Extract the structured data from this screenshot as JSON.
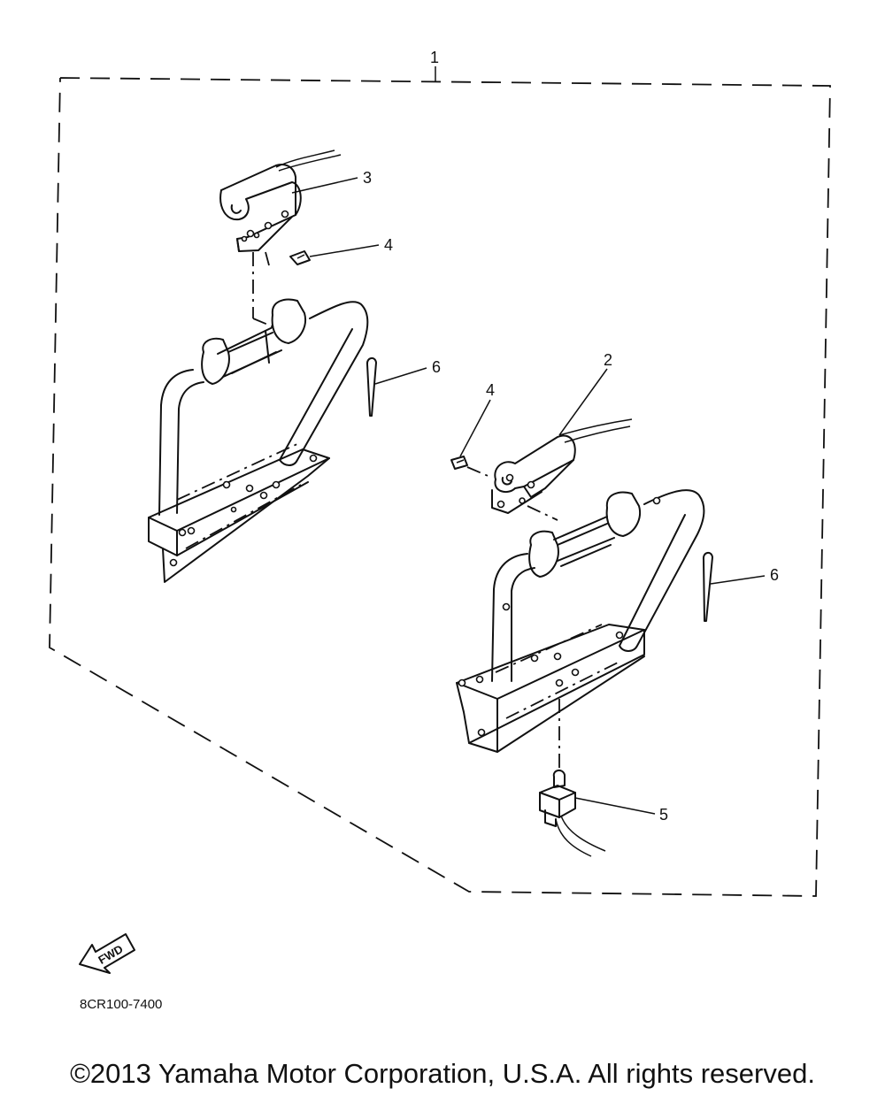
{
  "callouts": {
    "c1": "1",
    "c2": "2",
    "c3": "3",
    "c4a": "4",
    "c4b": "4",
    "c5": "5",
    "c6a": "6",
    "c6b": "6"
  },
  "fwd_label": "FWD",
  "part_number": "8CR100-7400",
  "copyright": "©2013 Yamaha Motor Corporation, U.S.A. All rights reserved."
}
